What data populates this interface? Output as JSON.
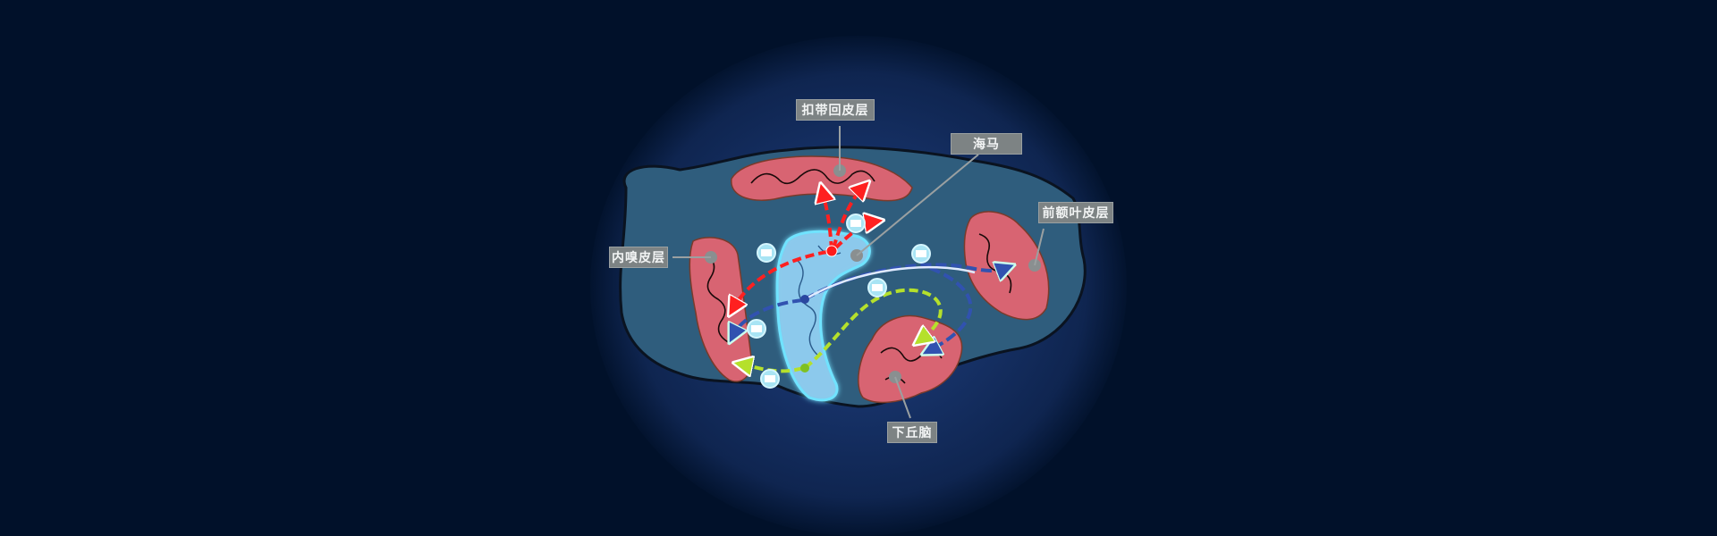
{
  "diagram": {
    "title": "",
    "background_color": "#01112a",
    "labels": {
      "cingulate_cortex": "扣带回皮层",
      "hippocampus": "海马",
      "prefrontal_cortex": "前额叶皮层",
      "entorhinal_cortex": "内嗅皮层",
      "hypothalamus": "下丘脑"
    },
    "colors": {
      "brain_fill": "#2f5d7d",
      "region_fill": "#d86472",
      "hippocampus_fill": "#8ecbef",
      "hippocampus_glow": "#6fe3ff",
      "label_bg": "#7d8384",
      "pathway_red": "#ff2020",
      "pathway_blue": "#3152b0",
      "pathway_green": "#b5e02b",
      "marker_gray": "#8a8f90"
    },
    "pathways": [
      {
        "from": "海马",
        "to": "扣带回皮层",
        "color": "red"
      },
      {
        "from": "海马",
        "to": "内嗅皮层",
        "color": "red"
      },
      {
        "from": "海马",
        "to": "前额叶皮层",
        "color": "blue"
      },
      {
        "from": "海马",
        "to": "下丘脑",
        "color": "blue"
      },
      {
        "from": "海马",
        "to": "内嗅皮层",
        "color": "blue"
      },
      {
        "from": "海马",
        "to": "下丘脑",
        "color": "green"
      },
      {
        "from": "海马",
        "to": "内嗅皮层",
        "color": "green"
      }
    ],
    "message_icons": 7
  }
}
